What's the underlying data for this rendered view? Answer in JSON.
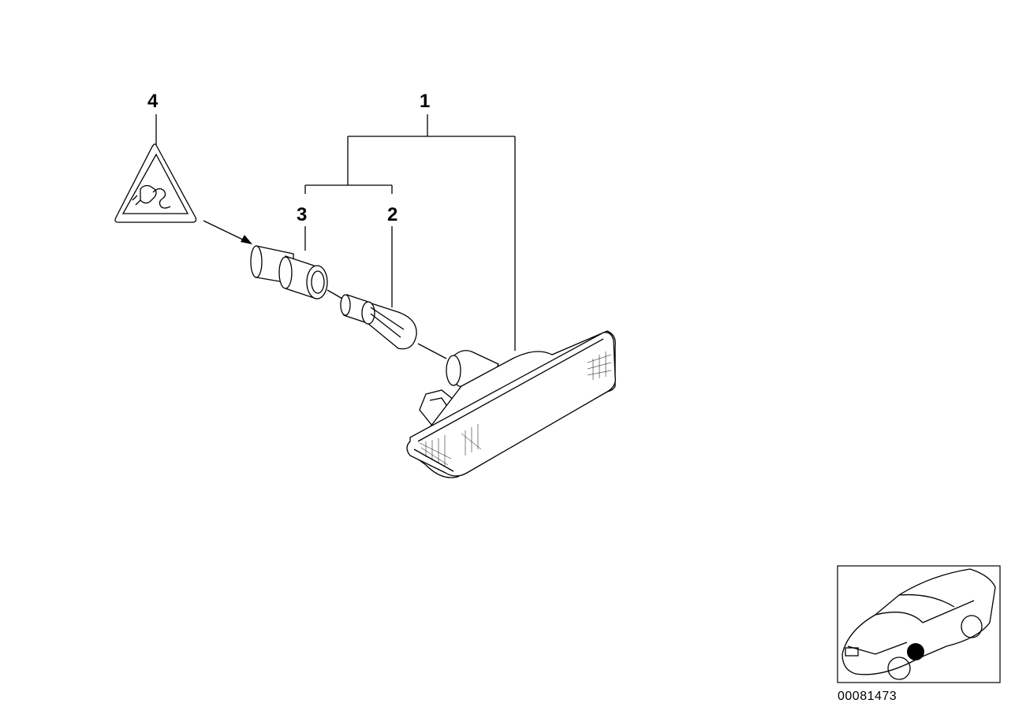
{
  "callouts": {
    "c1": "1",
    "c2": "2",
    "c3": "3",
    "c4": "4"
  },
  "reference_number": "00081473",
  "parts": [
    {
      "id": "1",
      "name": "side-marker-light-assembly"
    },
    {
      "id": "2",
      "name": "bulb"
    },
    {
      "id": "3",
      "name": "bulb-socket"
    },
    {
      "id": "4",
      "name": "electrical-warning-triangle"
    }
  ],
  "colors": {
    "line": "#000000",
    "background": "#ffffff"
  }
}
